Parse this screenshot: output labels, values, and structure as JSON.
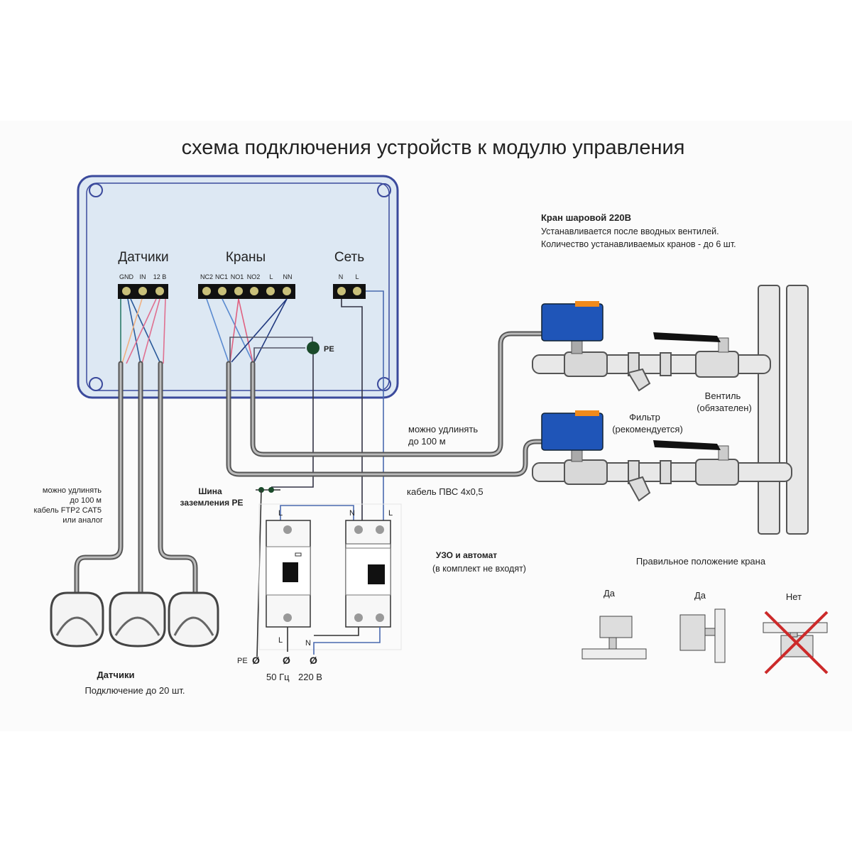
{
  "title": "схема подключения устройств к модулю управления",
  "module": {
    "sensors_label": "Датчики",
    "valves_label": "Краны",
    "mains_label": "Сеть",
    "sensor_terminals": [
      "GND",
      "IN",
      "12 В"
    ],
    "valve_terminals": [
      "NC2",
      "NC1",
      "NO1",
      "NO2",
      "L",
      "NN"
    ],
    "mains_terminals": [
      "N",
      "L"
    ],
    "pe_label": "PE"
  },
  "valve_info": {
    "title": "Кран шаровой 220В",
    "line1": "Устанавливается после вводных вентилей.",
    "line2": "Количество устанавливаемых кранов - до 6 шт."
  },
  "valve_cable_note": {
    "line1": "можно удлинять",
    "line2": "до 100 м"
  },
  "valve_cable_type": "кабель ПВС 4х0,5",
  "filter_label": {
    "line1": "Фильтр",
    "line2": "(рекомендуется)"
  },
  "ventil_label": {
    "line1": "Вентиль",
    "line2": "(обязателен)"
  },
  "sensor_cable_note": {
    "line1": "можно удлинять",
    "line2": "до 100 м",
    "line3": "кабель FTP2 CAT5",
    "line4": "или аналог"
  },
  "sensors_caption": {
    "title": "Датчики",
    "subtitle": "Подключение до 20 шт."
  },
  "pe_bus": {
    "line1": "Шина",
    "line2": "заземления PE"
  },
  "breakers": {
    "l_top": "L",
    "n_top": "N",
    "l_top2": "L",
    "l_bottom": "L",
    "n_bottom": "N",
    "pe": "PE",
    "freq": "50 Гц",
    "voltage": "220 В"
  },
  "rcd_note": {
    "title": "УЗО и автомат",
    "subtitle": "(в комплект не входят)"
  },
  "position": {
    "title": "Правильное положение крана",
    "yes1": "Да",
    "yes2": "Да",
    "no": "Нет"
  },
  "colors": {
    "box": "#dde8f3",
    "box_stroke": "#3b4a9c",
    "actuator": "#1f55b8",
    "actuator_top": "#f08a1c",
    "cross": "#cc2a2a"
  }
}
